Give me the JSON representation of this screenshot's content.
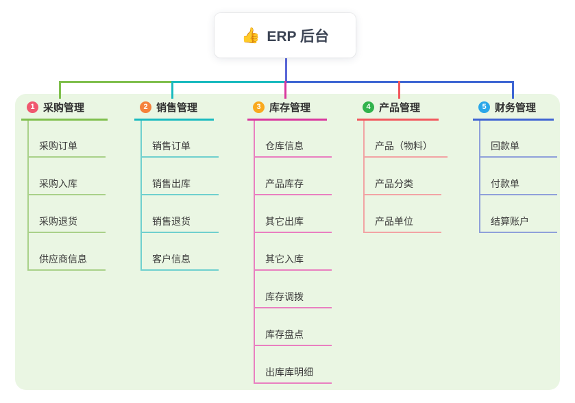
{
  "root": {
    "icon": "👍",
    "title": "ERP 后台"
  },
  "colors": {
    "panel_bg": "#EAF6E3",
    "root_line": "#5A67D8",
    "bus_green": "#7FBF4D",
    "bus_teal": "#19BABF",
    "bus_blue": "#3E66D3",
    "drop_magenta": "#D9379E",
    "drop_red": "#F2575D"
  },
  "branches": [
    {
      "index": "1",
      "label": "采购管理",
      "badge_color": "#F0586F",
      "line_color": "#7FBF4D",
      "light_color": "#A9D189",
      "children": [
        "采购订单",
        "采购入库",
        "采购退货",
        "供应商信息"
      ]
    },
    {
      "index": "2",
      "label": "销售管理",
      "badge_color": "#F5813B",
      "line_color": "#19BABF",
      "light_color": "#6FD0CE",
      "children": [
        "销售订单",
        "销售出库",
        "销售退货",
        "客户信息"
      ]
    },
    {
      "index": "3",
      "label": "库存管理",
      "badge_color": "#F9A91E",
      "line_color": "#D9379E",
      "light_color": "#E97FC0",
      "children": [
        "仓库信息",
        "产品库存",
        "其它出库",
        "其它入库",
        "库存调拨",
        "库存盘点",
        "出库库明细"
      ]
    },
    {
      "index": "4",
      "label": "产品管理",
      "badge_color": "#31B34C",
      "line_color": "#F2575D",
      "light_color": "#F2A3A4",
      "children": [
        "产品（物料）",
        "产品分类",
        "产品单位"
      ]
    },
    {
      "index": "5",
      "label": "财务管理",
      "badge_color": "#2BA7E9",
      "line_color": "#3E63D2",
      "light_color": "#8FA0DA",
      "children": [
        "回款单",
        "付款单",
        "结算账户"
      ]
    }
  ]
}
